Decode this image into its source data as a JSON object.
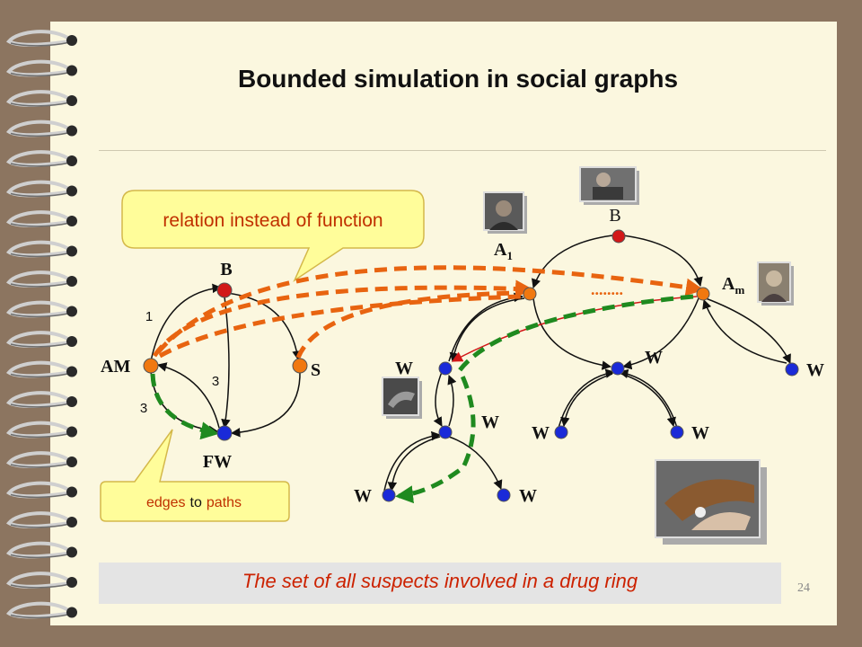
{
  "title": "Bounded simulation in social graphs",
  "callouts": {
    "relation": "relation instead of function",
    "edges_word": "edges",
    "to_word": "to",
    "paths_word": "paths"
  },
  "pattern": {
    "nodes": {
      "b": "B",
      "am": "AM",
      "s": "S",
      "fw": "FW"
    },
    "bounds": {
      "am_b": "1",
      "am_fw": "3",
      "fw_am": "3"
    }
  },
  "data_graph": {
    "boss": "B",
    "a1_letter": "A",
    "a1_sub": "1",
    "am_letter": "A",
    "am_sub": "m",
    "worker": "W",
    "ellipsis": "........"
  },
  "caption": "The set of all suspects involved in a drug ring",
  "page_number": "24",
  "colors": {
    "orange_node": "#f07810",
    "red_node": "#d21818",
    "blue_node": "#1a2ad8",
    "match_dash": "#e86410",
    "path_dash": "#1f8a1f",
    "callout_fill": "#fffd9a",
    "callout_text": "#c03000"
  },
  "photo_icons": [
    "person-photo-a1",
    "person-photo-b",
    "person-photo-am",
    "person-photo-w",
    "drug-deal-photo"
  ]
}
